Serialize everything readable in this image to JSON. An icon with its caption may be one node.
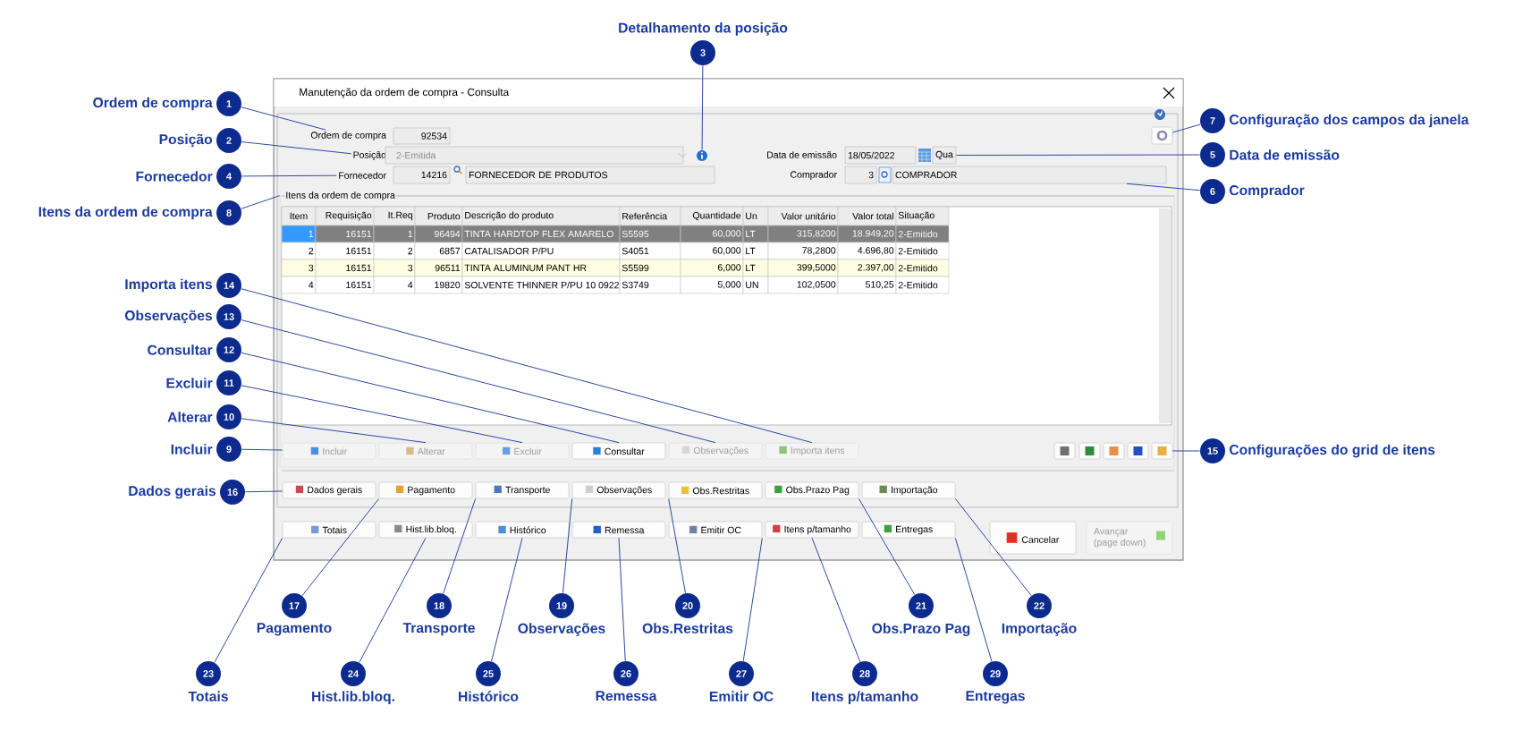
{
  "diagram": {
    "nodes": [
      {
        "text": [
          "Manutenção da ordem de compra - Consulta"
        ]
      },
      {
        "text": [
          "Ordem de compra"
        ],
        "in": 0
      },
      {
        "text": [
          "Posição"
        ],
        "in": 0
      },
      {
        "text": [],
        "shape": "circle",
        "in": 0
      },
      {
        "text": [
          "Fornecedor"
        ],
        "in": 0
      },
      {
        "text": [
          "Qua"
        ],
        "in": 0
      },
      {
        "text": [
          "COMPRADOR"
        ],
        "in": 0
      },
      {
        "text": [],
        "shape": "box",
        "in": 0
      },
      {
        "text": [
          "Itens da ordem de compra"
        ],
        "in": 0
      },
      {
        "text": [
          "Incluir"
        ],
        "in": 8
      },
      {
        "text": [
          "Alterar"
        ],
        "in": 8
      },
      {
        "text": [
          "Excluir"
        ],
        "in": 8
      },
      {
        "text": [
          "Consultar"
        ],
        "in": 8
      },
      {
        "text": [
          "Observações"
        ],
        "in": 8
      },
      {
        "text": [
          "Importa itens"
        ],
        "in": 8
      },
      {
        "text": [],
        "shape": "box",
        "in": 8
      },
      {
        "text": [],
        "shape": "box",
        "in": 8
      },
      {
        "text": [],
        "shape": "box",
        "in": 8
      },
      {
        "text": [],
        "shape": "box",
        "in": 8
      },
      {
        "text": [],
        "shape": "box",
        "in": 8
      },
      {
        "text": [
          "Dados gerais"
        ],
        "in": 0
      },
      {
        "text": [
          "Pagamento"
        ],
        "in": 0
      },
      {
        "text": [
          "Transporte"
        ],
        "in": 0
      },
      {
        "text": [
          "Observações"
        ],
        "in": 0
      },
      {
        "text": [
          "Obs.Restritas"
        ],
        "in": 0
      },
      {
        "text": [
          "Obs.Prazo Pag"
        ],
        "in": 0
      },
      {
        "text": [
          "Importação"
        ],
        "in": 0
      },
      {
        "text": [
          "Totais"
        ],
        "in": 0
      },
      {
        "text": [
          "Hist.lib.bloq."
        ],
        "in": 0
      },
      {
        "text": [
          "Histórico"
        ],
        "in": 0
      },
      {
        "text": [
          "Remessa"
        ],
        "in": 0
      },
      {
        "text": [
          "Emitir OC"
        ],
        "in": 0
      },
      {
        "text": [
          "Itens p/tamanho"
        ],
        "in": 0
      },
      {
        "text": [
          "Entregas"
        ],
        "in": 0
      },
      {
        "text": [
          "Cancelar"
        ],
        "in": 0
      },
      {
        "text": [
          "Avançar (page down)"
        ],
        "in": 0
      },
      {
        "text": [
          "92534"
        ],
        "in": 0
      },
      {
        "text": [
          "2-Emitida"
        ],
        "in": 0
      },
      {
        "text": [
          "14216"
        ],
        "in": 0
      },
      {
        "text": [
          "FORNECEDOR DE PRODUTOS"
        ],
        "in": 0
      },
      {
        "text": [
          "18/05/2022"
        ],
        "in": 0
      },
      {
        "text": [
          "3"
        ],
        "in": 0
      },
      {
        "text": [
          "1"
        ],
        "beside": [
          "Ordem de compra"
        ]
      },
      {
        "text": [
          "2"
        ],
        "beside": [
          "Posição"
        ]
      },
      {
        "text": [
          "3"
        ],
        "beside": [
          "Detalhamento da posição"
        ]
      },
      {
        "text": [
          "4"
        ],
        "beside": [
          "Fornecedor"
        ]
      },
      {
        "text": [
          "5"
        ],
        "beside": [
          "Data de emissão"
        ]
      },
      {
        "text": [
          "6"
        ],
        "beside": [
          "Comprador"
        ]
      },
      {
        "text": [
          "7"
        ],
        "beside": [
          "Configuração dos campos da janela"
        ]
      },
      {
        "text": [
          "8"
        ],
        "beside": [
          "Itens da ordem de compra"
        ]
      },
      {
        "text": [
          "9"
        ],
        "beside": [
          "Incluir"
        ]
      },
      {
        "text": [
          "10"
        ],
        "beside": [
          "Alterar"
        ]
      },
      {
        "text": [
          "11"
        ],
        "beside": [
          "Excluir"
        ]
      },
      {
        "text": [
          "12"
        ],
        "beside": [
          "Consultar"
        ]
      },
      {
        "text": [
          "13"
        ],
        "beside": [
          "Observações"
        ]
      },
      {
        "text": [
          "14"
        ],
        "beside": [
          "Importa itens"
        ]
      },
      {
        "text": [
          "15"
        ],
        "beside": [
          "Configurações do grid de itens"
        ]
      },
      {
        "text": [
          "16"
        ],
        "beside": [
          "Dados gerais"
        ]
      },
      {
        "text": [
          "17"
        ],
        "beside": [
          "Pagamento"
        ]
      },
      {
        "text": [
          "18"
        ],
        "beside": [
          "Transporte"
        ]
      },
      {
        "text": [
          "19"
        ],
        "beside": [
          "Observações"
        ]
      },
      {
        "text": [
          "20"
        ],
        "beside": [
          "Obs.Restritas"
        ]
      },
      {
        "text": [
          "21"
        ],
        "beside": [
          "Obs.Prazo Pag"
        ]
      },
      {
        "text": [
          "22"
        ],
        "beside": [
          "Importação"
        ]
      },
      {
        "text": [
          "23"
        ],
        "beside": [
          "Totais"
        ]
      },
      {
        "text": [
          "24"
        ],
        "beside": [
          "Hist.lib.bloq."
        ]
      },
      {
        "text": [
          "25"
        ],
        "beside": [
          "Histórico"
        ]
      },
      {
        "text": [
          "26"
        ],
        "beside": [
          "Remessa"
        ]
      },
      {
        "text": [
          "27"
        ],
        "beside": [
          "Emitir OC"
        ]
      },
      {
        "text": [
          "28"
        ],
        "beside": [
          "Itens p/tamanho"
        ]
      },
      {
        "text": [
          "29"
        ],
        "beside": [
          "Entregas"
        ]
      }
    ],
    "edges": [
      {
        "from": 42,
        "to": 1,
        "arrow": "none"
      },
      {
        "from": 43,
        "to": 2,
        "arrow": "none"
      },
      {
        "from": 44,
        "to": 3,
        "arrow": "none"
      },
      {
        "from": 45,
        "to": 4,
        "arrow": "none"
      },
      {
        "from": 46,
        "to": 5,
        "arrow": "none"
      },
      {
        "from": 47,
        "to": 6,
        "arrow": "none"
      },
      {
        "from": 48,
        "to": 7,
        "arrow": "none"
      },
      {
        "from": 49,
        "to": 8,
        "arrow": "none"
      },
      {
        "from": 50,
        "to": 9,
        "arrow": "none"
      },
      {
        "from": 51,
        "to": 10,
        "arrow": "none"
      },
      {
        "from": 52,
        "to": 11,
        "arrow": "none"
      },
      {
        "from": 53,
        "to": 12,
        "arrow": "none"
      },
      {
        "from": 54,
        "to": 13,
        "arrow": "none"
      },
      {
        "from": 55,
        "to": 14,
        "arrow": "none"
      },
      {
        "from": 56,
        "to": 19,
        "arrow": "none"
      },
      {
        "from": 57,
        "to": 20,
        "arrow": "none"
      },
      {
        "from": 58,
        "to": 21,
        "arrow": "none"
      },
      {
        "from": 59,
        "to": 22,
        "arrow": "none"
      },
      {
        "from": 60,
        "to": 23,
        "arrow": "none"
      },
      {
        "from": 61,
        "to": 24,
        "arrow": "none"
      },
      {
        "from": 62,
        "to": 25,
        "arrow": "none"
      },
      {
        "from": 63,
        "to": 26,
        "arrow": "none"
      },
      {
        "from": 64,
        "to": 27,
        "arrow": "none"
      },
      {
        "from": 65,
        "to": 28,
        "arrow": "none"
      },
      {
        "from": 66,
        "to": 29,
        "arrow": "none"
      },
      {
        "from": 67,
        "to": 30,
        "arrow": "none"
      },
      {
        "from": 68,
        "to": 31,
        "arrow": "none"
      },
      {
        "from": 69,
        "to": 32,
        "arrow": "none"
      },
      {
        "from": 70,
        "to": 33,
        "arrow": "none"
      }
    ],
    "labels": [
      "Data de emissão",
      "Comprador",
      "Item",
      "Requisição",
      "It.Req",
      "Produto",
      "Descrição do produto",
      "Referência",
      "Quantidade",
      "Un",
      "Valor unitário",
      "Valor total",
      "Situação",
      "1",
      "16151",
      "1",
      "96494",
      "TINTA HARDTOP FLEX AMARELO",
      "S5595",
      "60,000",
      "LT",
      "315,8200",
      "18.949,20",
      "2-Emitido",
      "2",
      "16151",
      "2",
      "6857",
      "CATALISADOR P/PU",
      "S4051",
      "60,000",
      "LT",
      "78,2800",
      "4.696,80",
      "2-Emitido",
      "3",
      "16151",
      "3",
      "96511",
      "TINTA ALUMINUM PANT HR",
      "S5599",
      "6,000",
      "LT",
      "399,5000",
      "2.397,00",
      "2-Emitido",
      "4",
      "16151",
      "4",
      "19820",
      "SOLVENTE THINNER P/PU 10 0922",
      "S3749",
      "5,000",
      "UN",
      "102,0500",
      "510,25",
      "2-Emitido"
    ]
  }
}
